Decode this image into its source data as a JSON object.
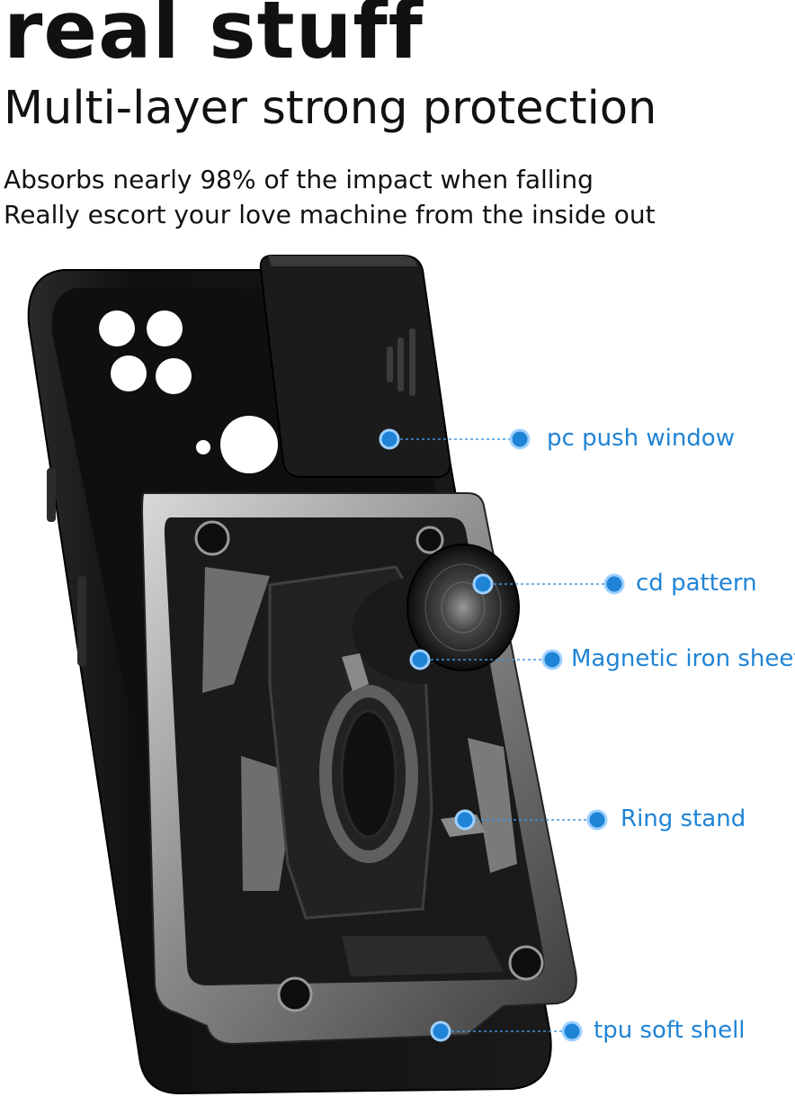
{
  "header": {
    "headline": "real stuff",
    "subheadline": "Multi-layer strong protection",
    "lines": [
      "Absorbs nearly 98% of the impact when falling",
      "Really escort your love machine from the inside out"
    ]
  },
  "callouts": [
    {
      "label": "pc push window",
      "icon": "dot-marker"
    },
    {
      "label": "cd pattern",
      "icon": "dot-marker"
    },
    {
      "label": "Magnetic iron sheet",
      "icon": "dot-marker"
    },
    {
      "label": "Ring stand",
      "icon": "dot-marker"
    },
    {
      "label": "tpu soft shell",
      "icon": "dot-marker"
    }
  ],
  "colors": {
    "accent": "#1f84d6",
    "case": "#141414",
    "armor": "#8f8f8f"
  }
}
